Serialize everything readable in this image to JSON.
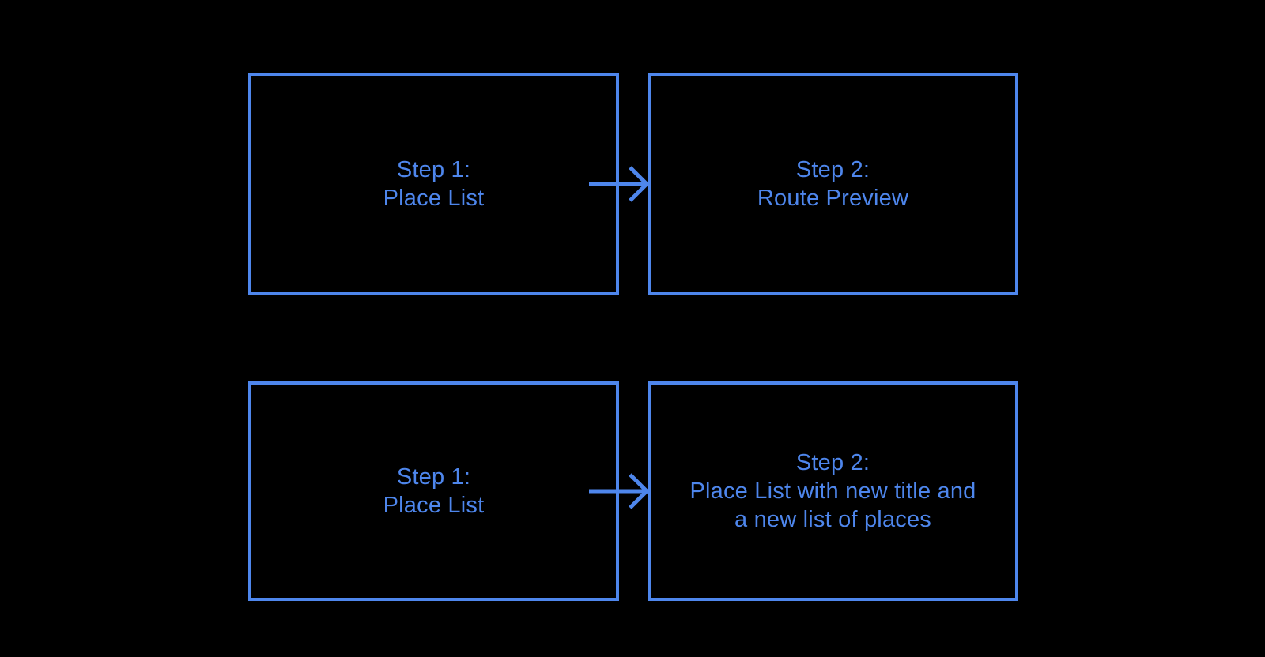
{
  "colors": {
    "background": "#000000",
    "accent": "#4e86ec"
  },
  "flow": {
    "row1": {
      "step1": {
        "lines": [
          "Step 1:",
          "Place List"
        ]
      },
      "step2": {
        "lines": [
          "Step 2:",
          "Route Preview"
        ]
      }
    },
    "row2": {
      "step1": {
        "lines": [
          "Step 1:",
          "Place List"
        ]
      },
      "step2": {
        "lines": [
          "Step 2:",
          "Place List with new title and",
          "a new list of places"
        ]
      }
    }
  }
}
